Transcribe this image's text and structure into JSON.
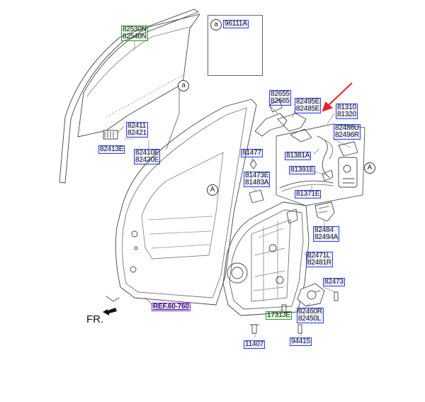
{
  "labels": {
    "p82530": [
      "82530N",
      "82540N"
    ],
    "p96111": "96111A",
    "p82655": [
      "82655",
      "82665"
    ],
    "p82495": [
      "82495E",
      "82485E"
    ],
    "p81310": [
      "81310",
      "81320"
    ],
    "p82411": [
      "82411",
      "82421"
    ],
    "p82413": "82413E",
    "p82410": [
      "82410E",
      "82420E"
    ],
    "p82486": [
      "82486U",
      "82496R"
    ],
    "p81477": "81477",
    "p81381": "81381A",
    "p81391": "81391E",
    "p81473": [
      "81473E",
      "81483A"
    ],
    "p81371": "81371E",
    "p82484": [
      "82484",
      "82494A"
    ],
    "p82471": [
      "82471L",
      "82481R"
    ],
    "p82473": "82473",
    "p82460": [
      "82460R",
      "82450L"
    ],
    "p1731": "1731JE",
    "p11407": "11407",
    "p94415": "94415",
    "ref": "REF.60-760"
  },
  "callouts": {
    "a": "a",
    "A": "A"
  },
  "direction": "FR.",
  "colors": {
    "label_border": "#2a3cff",
    "green_border": "#2aa32a",
    "ref_border": "#8a2be2",
    "arrow": "#e8202a"
  }
}
